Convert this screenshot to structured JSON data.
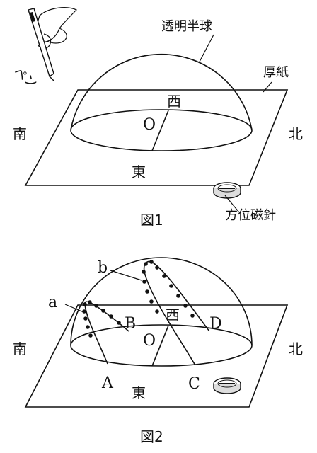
{
  "figure1": {
    "caption": "図1",
    "labels": {
      "hemisphere": "透明半球",
      "cardboard": "厚紙",
      "pen": "ペン",
      "compass": "方位磁針",
      "center": "O",
      "west": "西",
      "east": "東",
      "south": "南",
      "north": "北"
    }
  },
  "figure2": {
    "caption": "図2",
    "labels": {
      "path_a": "a",
      "path_b": "b",
      "point_A": "A",
      "point_B": "B",
      "point_C": "C",
      "point_D": "D",
      "center": "O",
      "west": "西",
      "east": "東",
      "south": "南",
      "north": "北"
    }
  }
}
